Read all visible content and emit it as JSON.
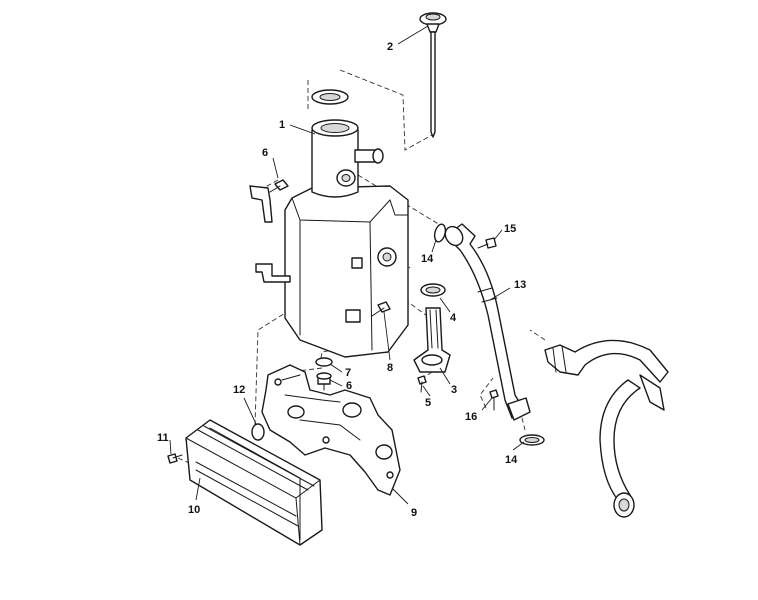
{
  "callouts": {
    "c1": "1",
    "c2": "2",
    "c3": "3",
    "c4": "4",
    "c5": "5",
    "c6a": "6",
    "c6b": "6",
    "c7": "7",
    "c8": "8",
    "c9": "9",
    "c10": "10",
    "c11": "11",
    "c12": "12",
    "c13": "13",
    "c14a": "14",
    "c14b": "14",
    "c15": "15",
    "c16": "16"
  },
  "colors": {
    "line": "#1a1a1a",
    "background": "#ffffff",
    "shade": "#d8d8d8"
  }
}
